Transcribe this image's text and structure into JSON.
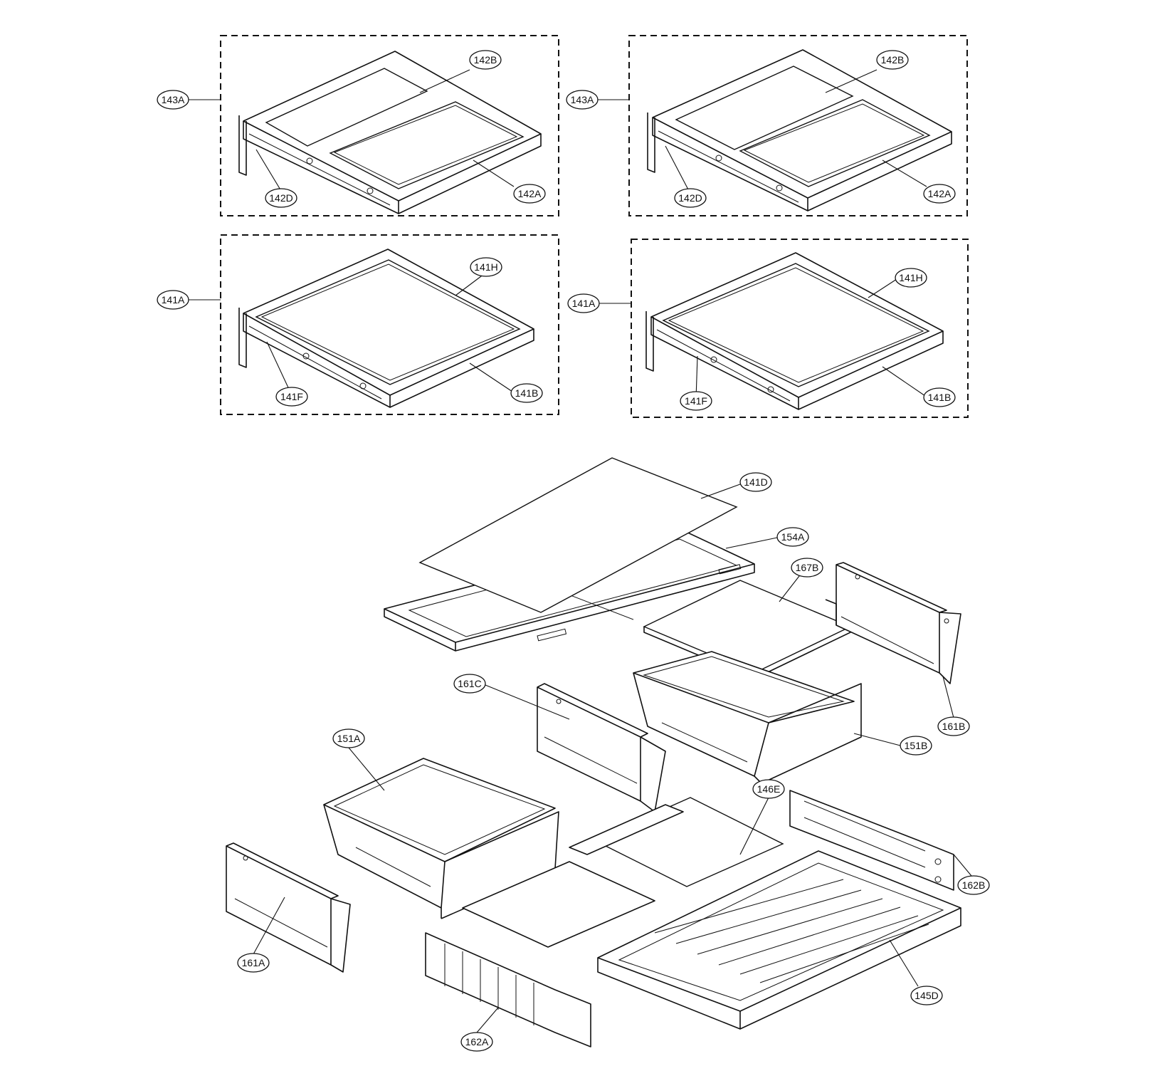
{
  "callouts": [
    {
      "id": "c-143A-1",
      "text": "143A"
    },
    {
      "id": "c-142B-1",
      "text": "142B"
    },
    {
      "id": "c-142D-1",
      "text": "142D"
    },
    {
      "id": "c-142A-1",
      "text": "142A"
    },
    {
      "id": "c-143A-2",
      "text": "143A"
    },
    {
      "id": "c-142B-2",
      "text": "142B"
    },
    {
      "id": "c-142D-2",
      "text": "142D"
    },
    {
      "id": "c-142A-2",
      "text": "142A"
    },
    {
      "id": "c-141A-1",
      "text": "141A"
    },
    {
      "id": "c-141H-1",
      "text": "141H"
    },
    {
      "id": "c-141F-1",
      "text": "141F"
    },
    {
      "id": "c-141B-1",
      "text": "141B"
    },
    {
      "id": "c-141A-2",
      "text": "141A"
    },
    {
      "id": "c-141H-2",
      "text": "141H"
    },
    {
      "id": "c-141F-2",
      "text": "141F"
    },
    {
      "id": "c-141B-2",
      "text": "141B"
    },
    {
      "id": "c-141D",
      "text": "141D"
    },
    {
      "id": "c-154A",
      "text": "154A"
    },
    {
      "id": "c-167B",
      "text": "167B"
    },
    {
      "id": "c-161C",
      "text": "161C"
    },
    {
      "id": "c-161B",
      "text": "161B"
    },
    {
      "id": "c-151A",
      "text": "151A"
    },
    {
      "id": "c-151B",
      "text": "151B"
    },
    {
      "id": "c-146E",
      "text": "146E"
    },
    {
      "id": "c-162B",
      "text": "162B"
    },
    {
      "id": "c-161A",
      "text": "161A"
    },
    {
      "id": "c-145D",
      "text": "145D"
    },
    {
      "id": "c-162A",
      "text": "162A"
    }
  ]
}
